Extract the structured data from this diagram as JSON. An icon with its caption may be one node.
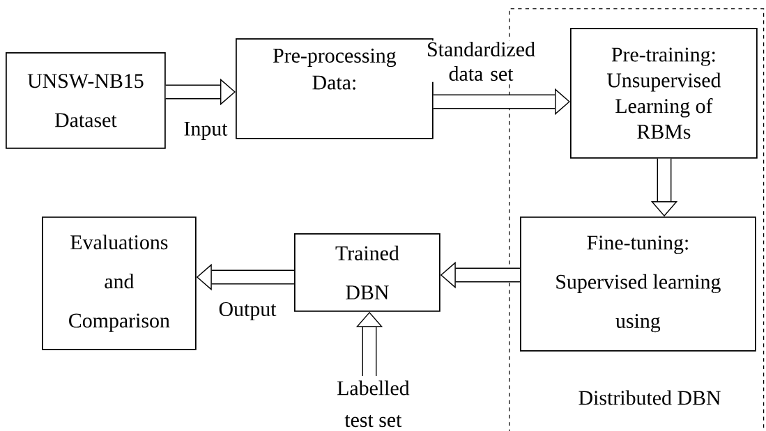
{
  "diagram": {
    "nodes": [
      {
        "text": [
          "UNSW-NB15 Dataset"
        ]
      },
      {
        "text": [
          "Pre-processing Data:"
        ]
      },
      {
        "text": [
          "Distributed DBN"
        ]
      },
      {
        "text": [
          "Pre-training: Unsupervised Learning of RBMs"
        ],
        "in": 2
      },
      {
        "text": [
          "Fine-tuning: Supervised learning using"
        ],
        "in": 2
      },
      {
        "text": [
          "Evaluations and Comparison"
        ]
      },
      {
        "text": [
          "Trained DBN"
        ]
      },
      {
        "text": [
          "Labelled test set"
        ]
      }
    ],
    "edges": [
      {
        "from": 0,
        "to": 1,
        "arrow": "to",
        "label": "Input"
      },
      {
        "from": 1,
        "to": 3,
        "arrow": "to",
        "label": "Standardized data set"
      },
      {
        "from": 3,
        "to": 4,
        "arrow": "to"
      },
      {
        "from": 4,
        "to": 6,
        "arrow": "to"
      },
      {
        "from": 6,
        "to": 5,
        "arrow": "to",
        "label": "Output"
      },
      {
        "from": 7,
        "to": 6,
        "arrow": "to"
      }
    ]
  }
}
